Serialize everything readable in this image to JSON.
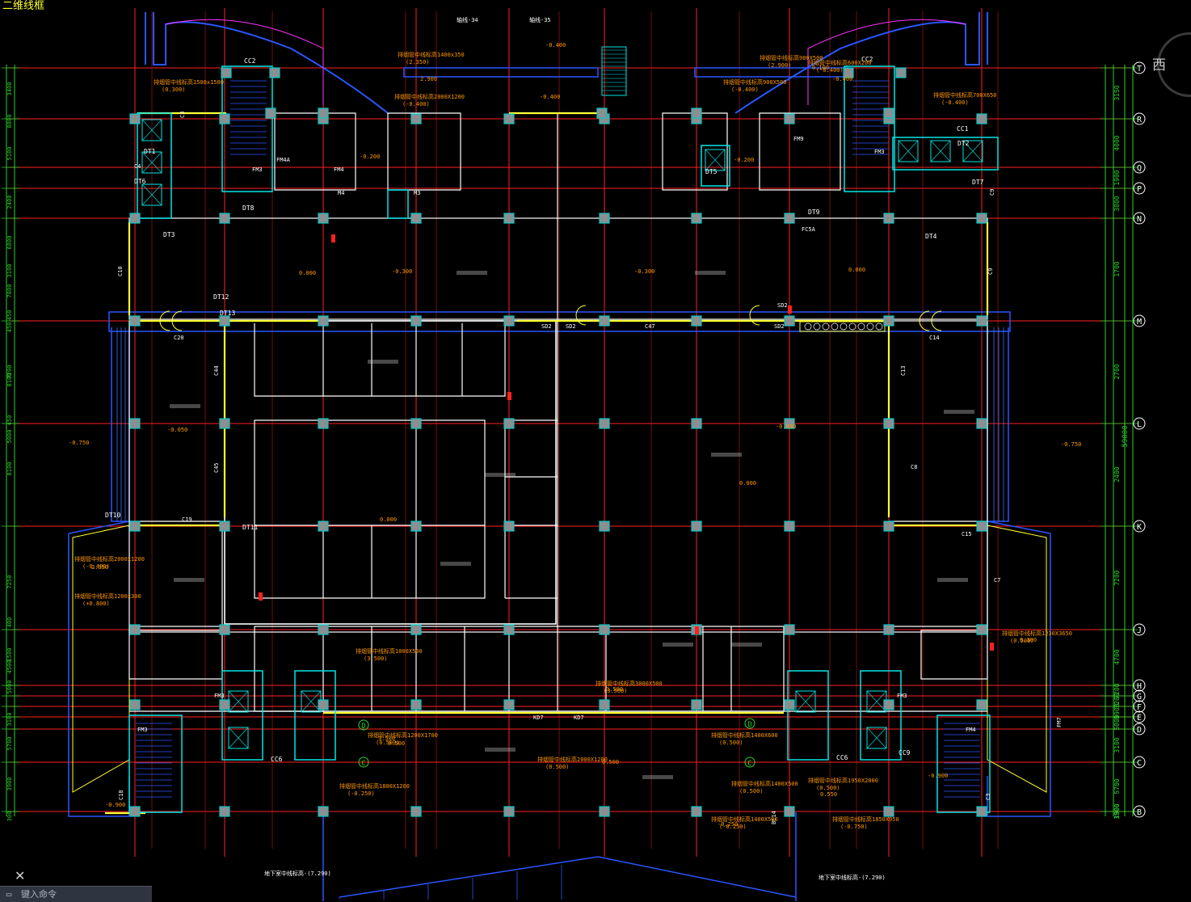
{
  "app": {
    "frame_label": "二维线框",
    "compass_label": "西",
    "command_placeholder": "键入命令",
    "command_icon": "terminal-icon",
    "close_icon": "close-icon"
  },
  "drawing": {
    "axis_letters": [
      "T",
      "R",
      "Q",
      "P",
      "N",
      "M",
      "L",
      "K",
      "J",
      "H",
      "G",
      "F",
      "E",
      "D",
      "C",
      "B"
    ],
    "right_dimensions": [
      "3150",
      "4000",
      "1900",
      "3800",
      "1700",
      "2700",
      "2400",
      "7200",
      "4700",
      "7200",
      "7200",
      "5900",
      "5000",
      "3100",
      "5700",
      "3900",
      "1500"
    ],
    "left_dimensions": [
      "3400",
      "8800",
      "5100",
      "2400",
      "6800",
      "3100",
      "7800",
      "450",
      "450",
      "7200",
      "8100",
      "450",
      "5000",
      "8100",
      "7250",
      "400",
      "1500",
      "4500",
      "5000",
      "3100",
      "5700",
      "3900",
      "300"
    ],
    "overall_dimension": "59000",
    "grid_labels": [
      "轴线-34",
      "轴线-35"
    ],
    "elevators": [
      "DT1",
      "DT2",
      "DT3",
      "DT4",
      "DT5",
      "DT6",
      "DT7",
      "DT8",
      "DT9",
      "DT10",
      "DT11",
      "DT12",
      "DT13"
    ],
    "stair_labels": [
      "CC2",
      "CC2",
      "CC1",
      "CC6",
      "CC6",
      "CC9"
    ],
    "door_labels": [
      "FM3",
      "FM3",
      "FM4",
      "FM4A",
      "FM9",
      "FM3",
      "FM3",
      "FM3",
      "FM4",
      "M3",
      "M4",
      "SD2",
      "SD2",
      "SD2",
      "SD2",
      "KD7",
      "KD7",
      "FC5A"
    ],
    "window_labels": [
      "C3",
      "C4",
      "C10",
      "C20",
      "C14",
      "C44",
      "C45",
      "C19",
      "C15",
      "C13",
      "C18",
      "C7",
      "C8",
      "C47",
      "C9",
      "C9",
      "C3",
      "BC14",
      "FM7"
    ],
    "elevations": [
      "-0.400",
      "-0.400",
      "-0.200",
      "-0.300",
      "-0.300",
      "-0.750",
      "-0.750",
      "0.000",
      "0.000",
      "0.000",
      "0.000",
      "-0.050",
      "-0.050",
      "2.900",
      "0.500",
      "0.500",
      "0.550",
      "3.500",
      "3.500",
      "2.350",
      "0.300",
      "0.100",
      "-0.250",
      "-0.900",
      "-0.900",
      "-0.200",
      "-0.400"
    ],
    "duct_notes": [
      "排烟管中线标高1500x1500 (0.300)",
      "排烟管中线标高1400x350 (2.350)",
      "排烟管中线标高2000X1200 (-0.400)",
      "排烟管中线标高900X500 (-0.400)",
      "排烟管中线标高900X500 (2.900)",
      "排烟管中线标高600X200 (-0.400)",
      "排烟管中线标高700X650 (-0.400)",
      "排烟管中线标高2000x1200 (-0.400)",
      "排烟管中线标高1200x300 (+0.800)",
      "排烟管中线标高1000X500 (3.500)",
      "排烟管中线标高3000X500 (3.500)",
      "排烟管中线标高1200X1700 (0.500)",
      "排烟管中线标高2000X1200 (0.500)",
      "排烟管中线标高1400X600 (0.500)",
      "排烟管中线标高1400X500 (0.500)",
      "排烟管中线标高1800X1200 (-0.250)",
      "排烟管中线标高1400X500 (-0.250)",
      "排烟管中线标高1950X2000 (0.500)",
      "排烟管中线标高1850X950 (-0.750)",
      "排烟管中线标高1230X3650 (0.500)"
    ],
    "bottom_notes": [
      "地下室中线标高-(7.290)",
      "地下室中线标高-(7.290)"
    ],
    "colors": {
      "background": "#000000",
      "grid_axis": "#ff2020",
      "wall": "#ffffff",
      "column_fill": "#8a8f91",
      "column_edge": "#00c8c8",
      "glazing": "#ffff33",
      "outline_blue": "#2a56ff",
      "facade_blue": "#4070ff",
      "dimension": "#2bd42b",
      "annotation": "#ff9800",
      "magenta": "#ff33ff",
      "cyan": "#00e5e5"
    }
  }
}
